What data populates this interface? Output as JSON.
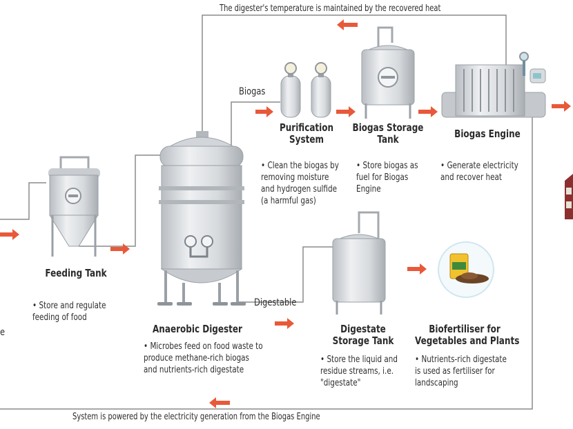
{
  "colors": {
    "accent_arrow": "#e8593a",
    "line": "#7a7a7a",
    "metal": "#d9dcdf",
    "metal_dark": "#aeb3b8"
  },
  "top_caption": "The digester's temperature is maintained by the recovered heat",
  "bottom_caption": "System is powered by the electricity generation from the Biogas Engine",
  "labels": {
    "biogas": "Biogas",
    "digestable": "Digestable"
  },
  "stages": {
    "feeding_tank": {
      "title": [
        "Feeding Tank"
      ],
      "desc": [
        "• Store and regulate",
        "feeding of food"
      ]
    },
    "anaerobic_digester": {
      "title": [
        "Anaerobic Digester"
      ],
      "desc": [
        "• Microbes feed on food waste to",
        "produce methane-rich biogas",
        "and nutrients-rich digestate"
      ]
    },
    "purification_system": {
      "title": [
        "Purification",
        "System"
      ],
      "desc": [
        "• Clean the biogas by",
        "removing moisture",
        "and hydrogen sulfide",
        "(a harmful gas)"
      ]
    },
    "biogas_storage_tank": {
      "title": [
        "Biogas Storage",
        "Tank"
      ],
      "desc": [
        "• Store biogas as",
        "fuel for Biogas",
        "Engine"
      ]
    },
    "biogas_engine": {
      "title": [
        "Biogas Engine"
      ],
      "desc": [
        "• Generate electricity",
        "and recover heat"
      ]
    },
    "digestate_storage_tank": {
      "title": [
        "Digestate",
        "Storage Tank"
      ],
      "desc": [
        "• Store the liquid and",
        "residue streams, i.e.",
        "\"digestate\""
      ]
    },
    "biofertiliser": {
      "title": [
        "Biofertiliser for",
        "Vegetables and Plants"
      ],
      "desc": [
        "• Nutrients-rich digestate",
        "is used as fertiliser for",
        "landscaping"
      ]
    }
  },
  "edge_text": {
    "left": "e"
  },
  "icons": [
    "feeding-tank-icon",
    "anaerobic-digester-icon",
    "purification-cylinder-icon",
    "biogas-storage-tank-icon",
    "biogas-engine-icon",
    "digestate-tank-icon",
    "fertiliser-bag-icon",
    "building-icon"
  ]
}
